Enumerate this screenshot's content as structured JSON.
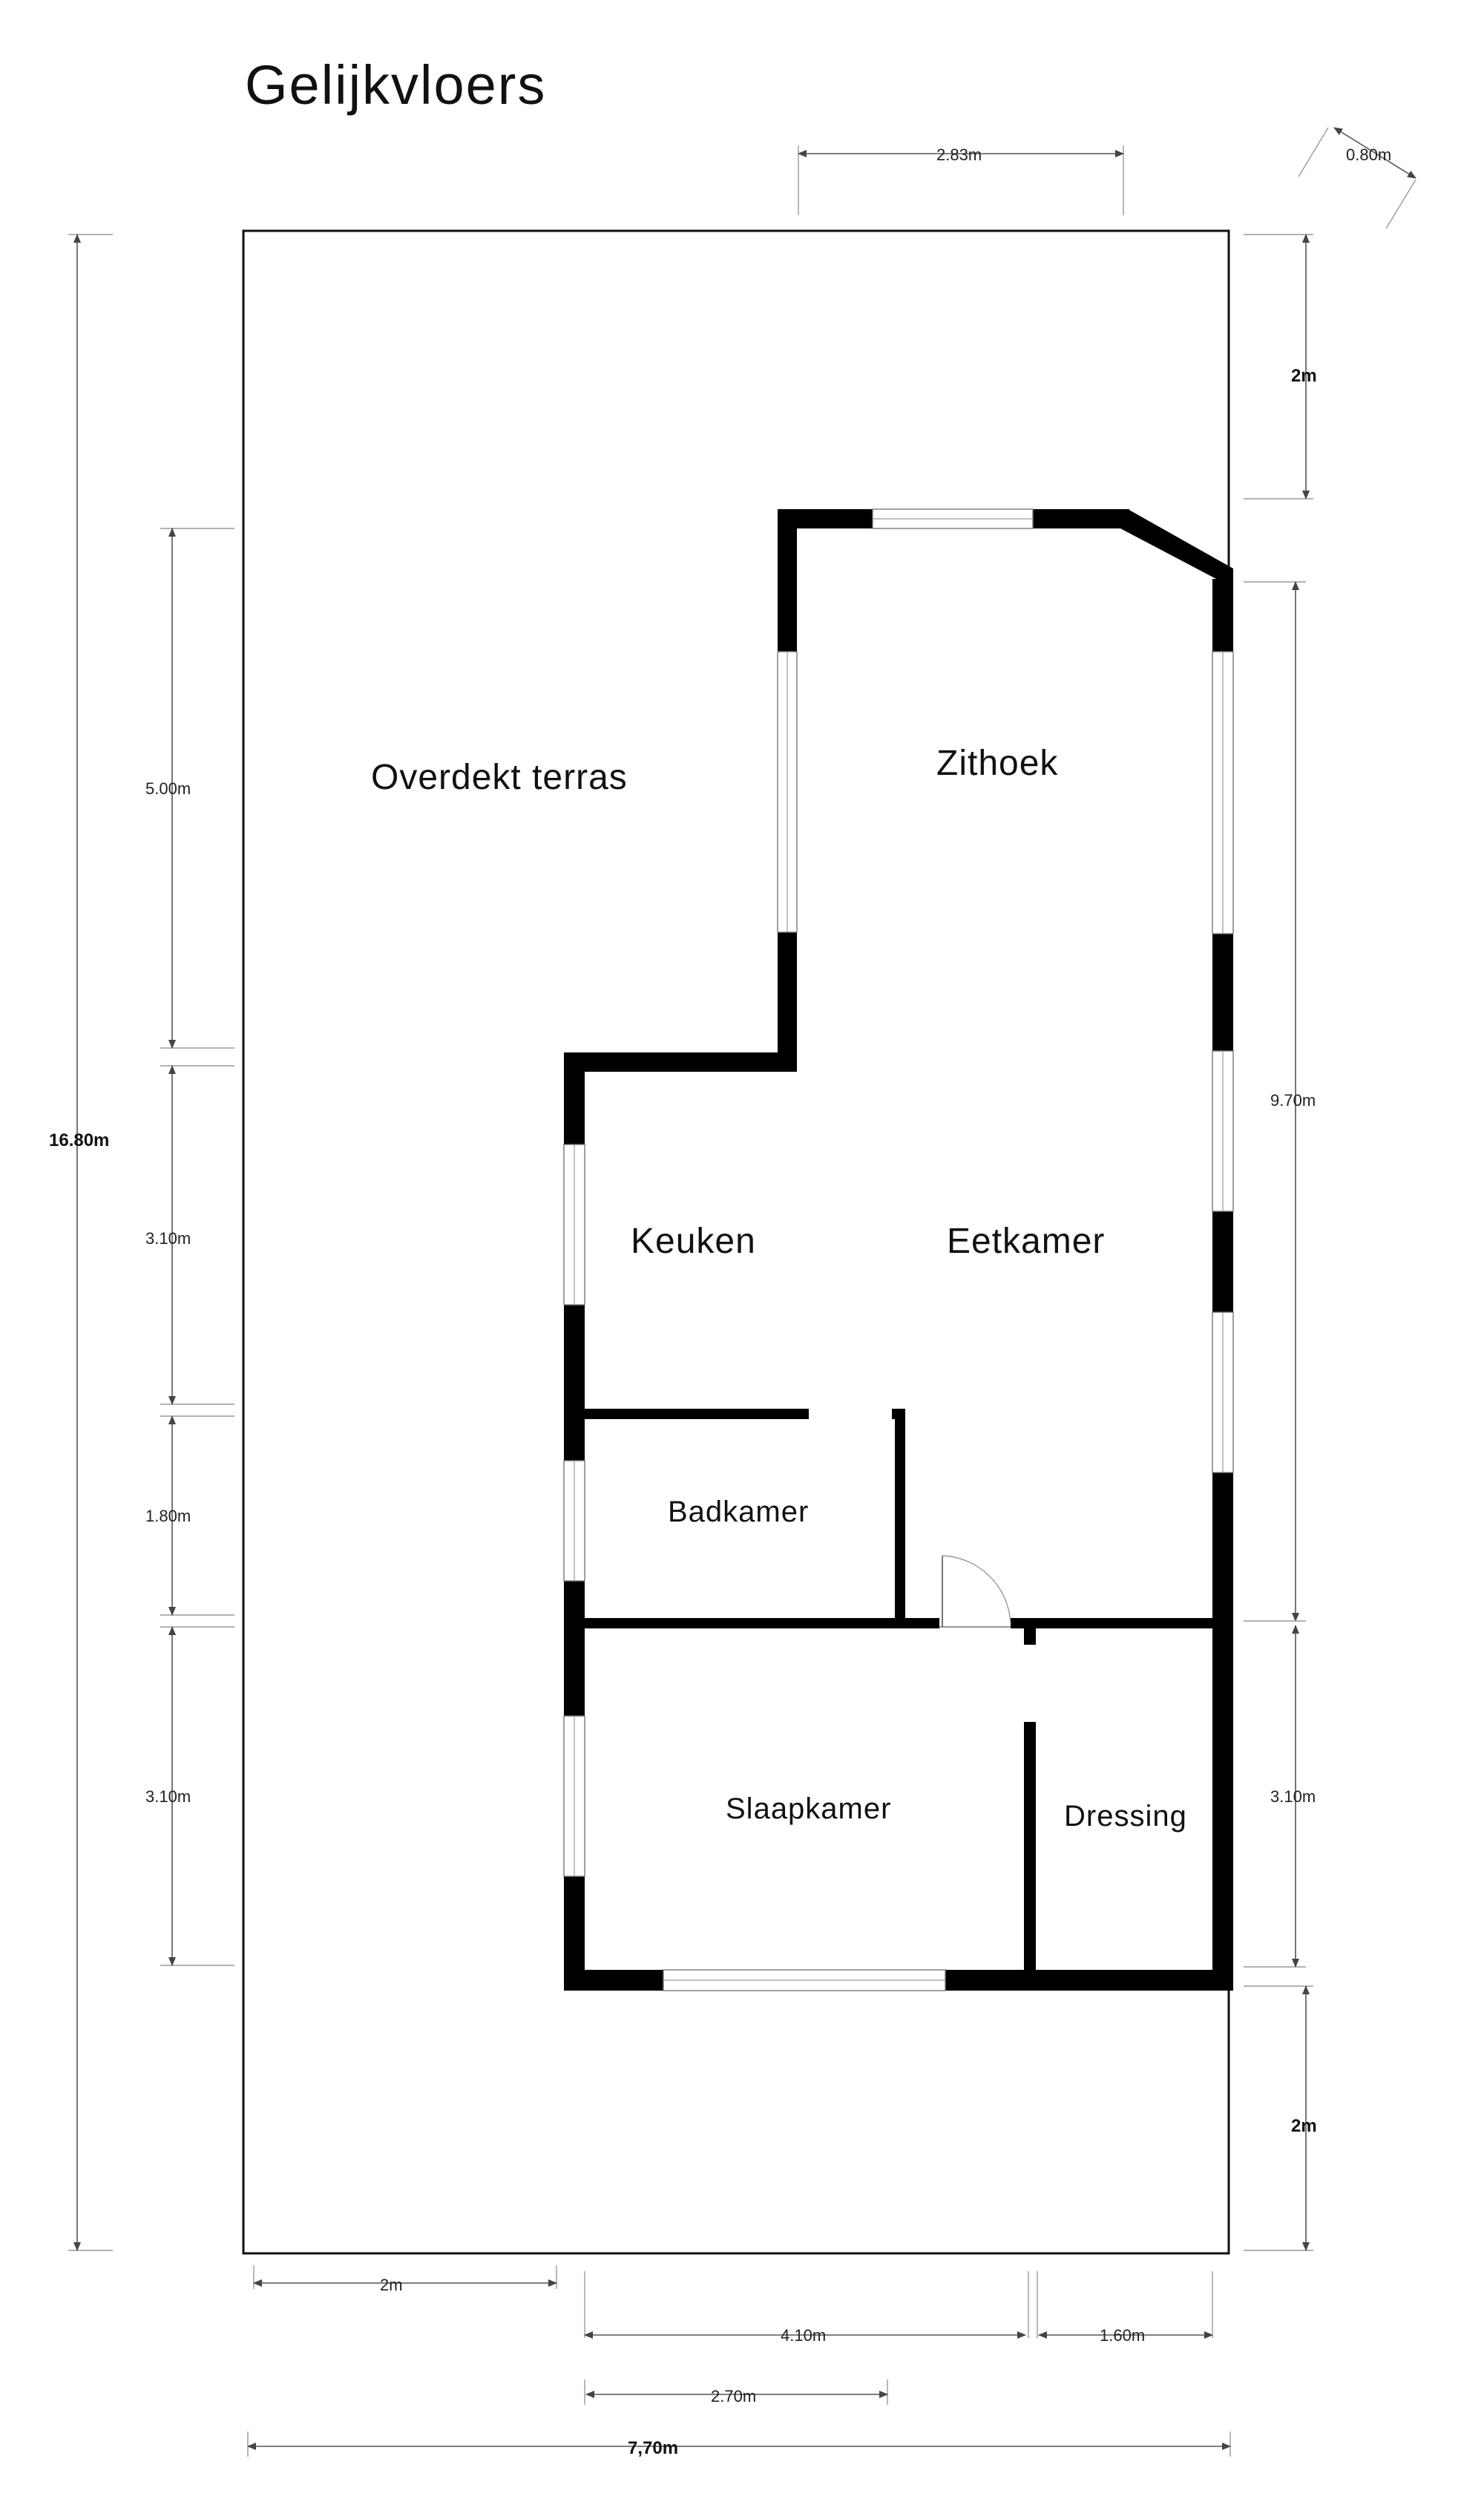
{
  "title": "Gelijkvloers",
  "rooms": {
    "terrace": "Overdekt terras",
    "sitting": "Zithoek",
    "kitchen": "Keuken",
    "dining": "Eetkamer",
    "bathroom": "Badkamer",
    "bedroom": "Slaapkamer",
    "dressing": "Dressing"
  },
  "dimensions": {
    "top_width": "2.83m",
    "corner": "0.80m",
    "right_top": "2m",
    "right_main": "9.70m",
    "right_lower": "3.10m",
    "right_bottom": "2m",
    "left_total": "16.80m",
    "left_1": "5.00m",
    "left_2": "3.10m",
    "left_3": "1.80m",
    "left_4": "3.10m",
    "bottom_left": "2m",
    "bottom_mid": "4.10m",
    "bottom_right": "1.60m",
    "bottom_inner": "2.70m",
    "bottom_total": "7,70m"
  }
}
